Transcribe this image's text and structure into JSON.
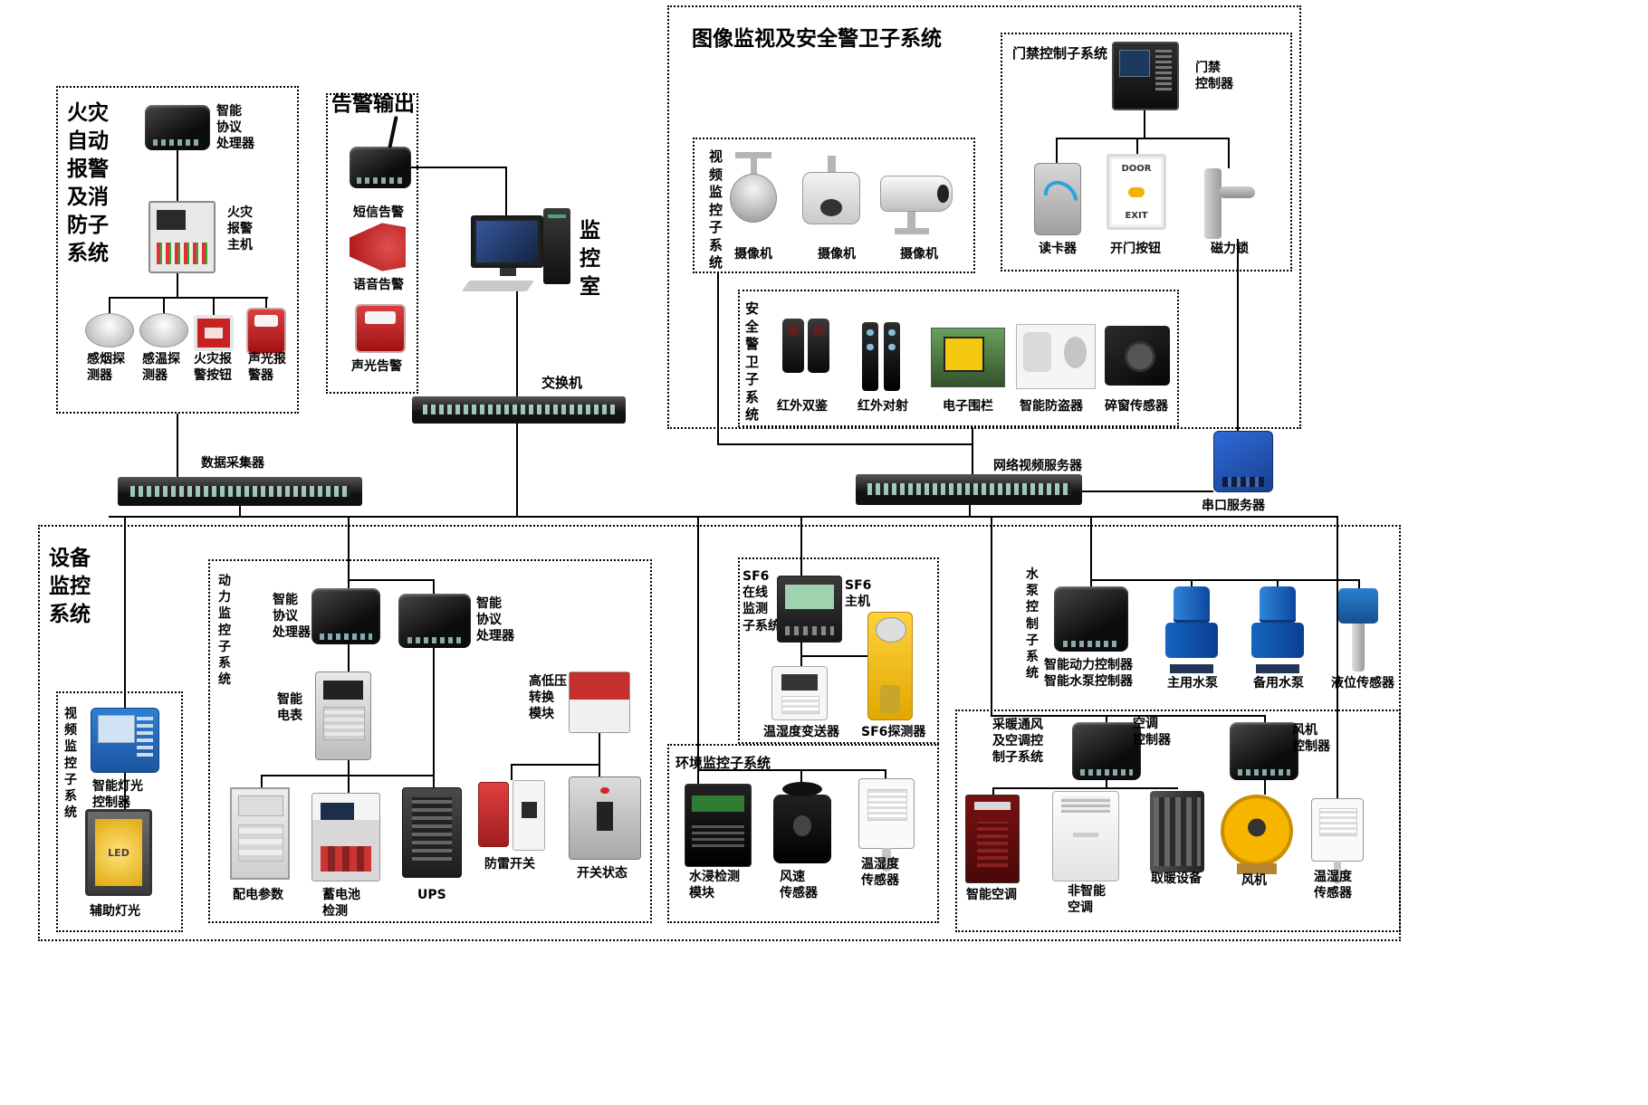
{
  "fire": {
    "title": "火灾\n自动\n报警\n及消\n防子\n系统",
    "processor": "智能\n协议\n处理器",
    "host": "火灾\n报警\n主机",
    "smoke": "感烟探\n测器",
    "temp": "感温探\n测器",
    "button": "火灾报\n警按钮",
    "sound": "声光报\n警器"
  },
  "alarm_out": {
    "title": "告警输出",
    "sms": "短信告警",
    "voice": "语音告警",
    "sound_light": "声光告警"
  },
  "monitor": {
    "room": "监\n控\n室",
    "switch": "交换机"
  },
  "surveillance": {
    "title": "图像监视及安全警卫子系统",
    "video_sub": "视\n频\n监\n控\n子\n系\n统",
    "camera1": "摄像机",
    "camera2": "摄像机",
    "camera3": "摄像机",
    "access_title": "门禁控制子系统",
    "access_controller": "门禁\n控制器",
    "reader": "读卡器",
    "door_button": "开门按钮",
    "door_button_door": "DOOR",
    "door_button_exit": "EXIT",
    "lock": "磁力锁",
    "security_title": "安\n全\n警\n卫\n子\n系\n统",
    "ir_dual": "红外双鉴",
    "ir_beam": "红外对射",
    "fence": "电子围栏",
    "burglar": "智能防盗器",
    "window_sensor": "碎窗传感器"
  },
  "backbone": {
    "collector": "数据采集器",
    "nvs": "网络视频服务器",
    "serial": "串口服务器"
  },
  "equipment": {
    "title": "设备\n监控\n系统",
    "lighting": {
      "sub": "视\n频\n监\n控\n子\n系\n统",
      "controller": "智能灯光\n控制器",
      "aux": "辅助灯光",
      "led": "LED"
    },
    "power": {
      "sub": "动\n力\n监\n控\n子\n系\n统",
      "proc_left": "智能\n协议\n处理器",
      "proc_right": "智能\n协议\n处理器",
      "meter": "智能\n电表",
      "hv_module": "高低压\n转换\n模块",
      "dist": "配电参数",
      "battery": "蓄电池\n检测",
      "ups": "UPS",
      "spd": "防雷开关",
      "breaker": "开关状态"
    },
    "sf6": {
      "sub": "SF6\n在线\n监测\n子系统",
      "host": "SF6\n主机",
      "th_transmitter": "温湿度变送器",
      "detector": "SF6探测器"
    },
    "env": {
      "title": "环境监控子系统",
      "water": "水浸检测\n模块",
      "wind": "风速\n传感器",
      "th": "温湿度\n传感器"
    },
    "pump": {
      "sub": "水\n泵\n控\n制\n子\n系\n统",
      "controller": "智能动力控制器\n智能水泵控制器",
      "main": "主用水泵",
      "backup": "备用水泵",
      "level": "液位传感器"
    },
    "hvac": {
      "sub": "采暖通风\n及空调控\n制子系统",
      "ac_controller": "空调\n控制器",
      "fan_controller": "风机\n控制器",
      "smart_ac": "智能空调",
      "non_smart_ac": "非智能\n空调",
      "heater": "取暖设备",
      "fan": "风机",
      "th": "温湿度\n传感器"
    }
  }
}
